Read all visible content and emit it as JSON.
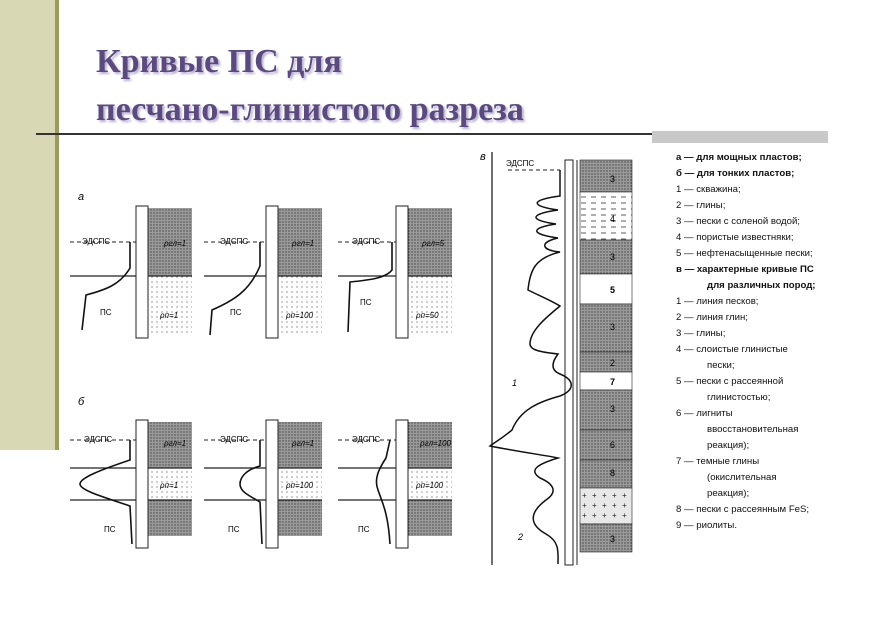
{
  "title": {
    "line1": "Кривые ПС для",
    "line2": "песчано-глинистого разреза"
  },
  "figure": {
    "panel_labels": [
      "а",
      "б",
      "в"
    ],
    "edsps": "ЭДСПС",
    "ps": "ПС",
    "a_top_labels": [
      "ρгл=1",
      "ρгл=1",
      "ρгл=5"
    ],
    "a_bottom_labels": [
      "ρп=1",
      "ρп=100",
      "ρп=50"
    ],
    "b_top_labels": [
      "ρгл=1",
      "ρгл=1",
      "ρгл=100"
    ],
    "b_bottom_labels": [
      "ρп=1",
      "ρп=100",
      "ρп=100"
    ],
    "v_layer_numbers": [
      "3",
      "4",
      "3",
      "5",
      "3",
      "2",
      "7",
      "3",
      "6",
      "8",
      "3"
    ],
    "curve_labels": [
      "1",
      "2"
    ]
  },
  "legend": {
    "lines": [
      "а — для мощных пластов;",
      "б — для тонких пластов;",
      "1 — скважина;",
      "2 — глины;",
      "3 — пески с соленой водой;",
      "4 — пористые известняки;",
      "5 — нефтенасыщенные пески;",
      "в — характерные кривые ПС",
      "для различных пород;",
      "1 — линия песков;",
      "2 — линия глин;",
      "3 — глины;",
      "4 — слоистые глинистые",
      "пески;",
      "5 — пески с рассеянной",
      "глинистостью;",
      "6 — лигниты",
      "ввосстановительная",
      "реакция);",
      "7 — темные глины",
      "(окислительная",
      "реакция);",
      "8 — пески с рассеянным FeS;",
      "9 — риолиты."
    ]
  }
}
